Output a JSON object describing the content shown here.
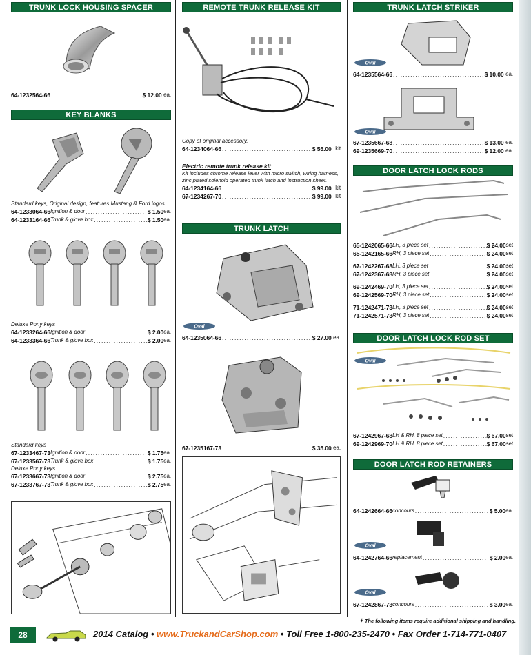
{
  "col1": {
    "spacer": {
      "header": "TRUNK LOCK HOUSING SPACER",
      "rows": [
        {
          "pn": "64-12325",
          "yr": "64-66",
          "desc": "",
          "price": "$ 12.00",
          "unit": "ea."
        }
      ]
    },
    "keys": {
      "header": "KEY BLANKS",
      "note1": "Standard keys, Original design, features Mustang & Ford logos.",
      "rows1": [
        {
          "pn": "64-12330",
          "yr": "64-66",
          "desc": "Ignition & door",
          "price": "$ 1.50",
          "unit": "ea."
        },
        {
          "pn": "64-12331",
          "yr": "64-66",
          "desc": "Trunk & glove box",
          "price": "$ 1.50",
          "unit": "ea."
        }
      ],
      "note2": "Deluxe Pony keys",
      "rows2": [
        {
          "pn": "64-12332",
          "yr": "64-66",
          "desc": "Ignition & door",
          "price": "$ 2.00",
          "unit": "ea."
        },
        {
          "pn": "64-12333",
          "yr": "64-66",
          "desc": "Trunk & glove box",
          "price": "$ 2.00",
          "unit": "ea."
        }
      ],
      "note3": "Standard keys",
      "rows3": [
        {
          "pn": "67-12334",
          "yr": "67-73",
          "desc": "Ignition & door",
          "price": "$ 1.75",
          "unit": "ea."
        },
        {
          "pn": "67-12335",
          "yr": "67-73",
          "desc": "Trunk & glove box",
          "price": "$ 1.75",
          "unit": "ea."
        }
      ],
      "note4": "Deluxe Pony keys",
      "rows4": [
        {
          "pn": "67-12336",
          "yr": "67-73",
          "desc": "Ignition & door",
          "price": "$ 2.75",
          "unit": "ea."
        },
        {
          "pn": "67-12337",
          "yr": "67-73",
          "desc": "Trunk & glove box",
          "price": "$ 2.75",
          "unit": "ea."
        }
      ]
    }
  },
  "col2": {
    "remote": {
      "header": "REMOTE TRUNK RELEASE KIT",
      "note": "Copy of original accessory.",
      "rows": [
        {
          "pn": "64-12340",
          "yr": "64-66",
          "desc": "",
          "price": "$ 55.00",
          "unit": "kit"
        }
      ],
      "subhead": "Electric remote trunk release kit",
      "subnote": "Kit includes chrome release lever with micro switch, wiring harness, zinc plated solenoid operated trunk latch and instruction sheet.",
      "rows2": [
        {
          "pn": "64-12341",
          "yr": "64-66",
          "desc": "",
          "price": "$ 99.00",
          "unit": "kit"
        },
        {
          "pn": "67-12342",
          "yr": "67-70",
          "desc": "",
          "price": "$ 99.00",
          "unit": "kit"
        }
      ]
    },
    "latch": {
      "header": "TRUNK LATCH",
      "rows1": [
        {
          "pn": "64-12350",
          "yr": "64-66",
          "desc": "",
          "price": "$ 27.00",
          "unit": "ea."
        }
      ],
      "rows2": [
        {
          "pn": "67-12351",
          "yr": "67-73",
          "desc": "",
          "price": "$ 35.00",
          "unit": "ea."
        }
      ]
    }
  },
  "col3": {
    "striker": {
      "header": "TRUNK LATCH STRIKER",
      "rows1": [
        {
          "pn": "64-12355",
          "yr": "64-66",
          "desc": "",
          "price": "$ 10.00",
          "unit": "ea."
        }
      ],
      "rows2": [
        {
          "pn": "67-12356",
          "yr": "67-68",
          "desc": "",
          "price": "$ 13.00",
          "unit": "ea."
        },
        {
          "pn": "69-12356",
          "yr": "69-70",
          "desc": "",
          "price": "$ 12.00",
          "unit": "ea."
        }
      ]
    },
    "rods": {
      "header": "DOOR LATCH LOCK RODS",
      "rows": [
        {
          "pn": "65-12420",
          "yr": "65-66",
          "desc": "LH, 3 piece set",
          "price": "$ 24.00",
          "unit": "set"
        },
        {
          "pn": "65-12421",
          "yr": "65-66",
          "desc": "RH, 3 piece set",
          "price": "$ 24.00",
          "unit": "set"
        },
        {
          "pn": "67-12422",
          "yr": "67-68",
          "desc": "LH, 3 piece set",
          "price": "$ 24.00",
          "unit": "set"
        },
        {
          "pn": "67-12423",
          "yr": "67-68",
          "desc": "RH, 3 piece set",
          "price": "$ 24.00",
          "unit": "set"
        },
        {
          "pn": "69-12424",
          "yr": "69-70",
          "desc": "LH, 3 piece set",
          "price": "$ 24.00",
          "unit": "set"
        },
        {
          "pn": "69-12425",
          "yr": "69-70",
          "desc": "RH, 3 piece set",
          "price": "$ 24.00",
          "unit": "set"
        },
        {
          "pn": "71-12424",
          "yr": "71-73",
          "desc": "LH, 3 piece set",
          "price": "$ 24.00",
          "unit": "set"
        },
        {
          "pn": "71-12425",
          "yr": "71-73",
          "desc": "RH, 3 piece set",
          "price": "$ 24.00",
          "unit": "set"
        }
      ]
    },
    "rodset": {
      "header": "DOOR LATCH LOCK ROD SET",
      "rows": [
        {
          "pn": "67-12429",
          "yr": "67-68",
          "desc": "LH & RH, 8 piece set",
          "price": "$ 67.00",
          "unit": "set"
        },
        {
          "pn": "69-12429",
          "yr": "69-70",
          "desc": "LH & RH, 8 piece set",
          "price": "$ 67.00",
          "unit": "set"
        }
      ]
    },
    "retainers": {
      "header": "DOOR LATCH ROD RETAINERS",
      "rows1": [
        {
          "pn": "64-12426",
          "yr": "64-66",
          "desc": "concours",
          "price": "$ 5.00",
          "unit": "ea."
        }
      ],
      "rows2": [
        {
          "pn": "64-12427",
          "yr": "64-66",
          "desc": "replacement",
          "price": "$ 2.00",
          "unit": "ea."
        }
      ],
      "rows3": [
        {
          "pn": "67-12428",
          "yr": "67-73",
          "desc": "concours",
          "price": "$ 3.00",
          "unit": "ea."
        }
      ]
    }
  },
  "oval_label": "Oval",
  "footer": {
    "note": "✦ The following items require additional shipping and handling.",
    "page": "28",
    "catalog": "2014 Catalog",
    "sep": "•",
    "web": "www.TruckandCarShop.com",
    "tollfree": "Toll Free  1-800-235-2470",
    "fax": "Fax Order  1-714-771-0407"
  },
  "colors": {
    "header_green": "#0f6b3a",
    "web_orange": "#e56b1a",
    "oval_blue": "#4a6a8a"
  }
}
